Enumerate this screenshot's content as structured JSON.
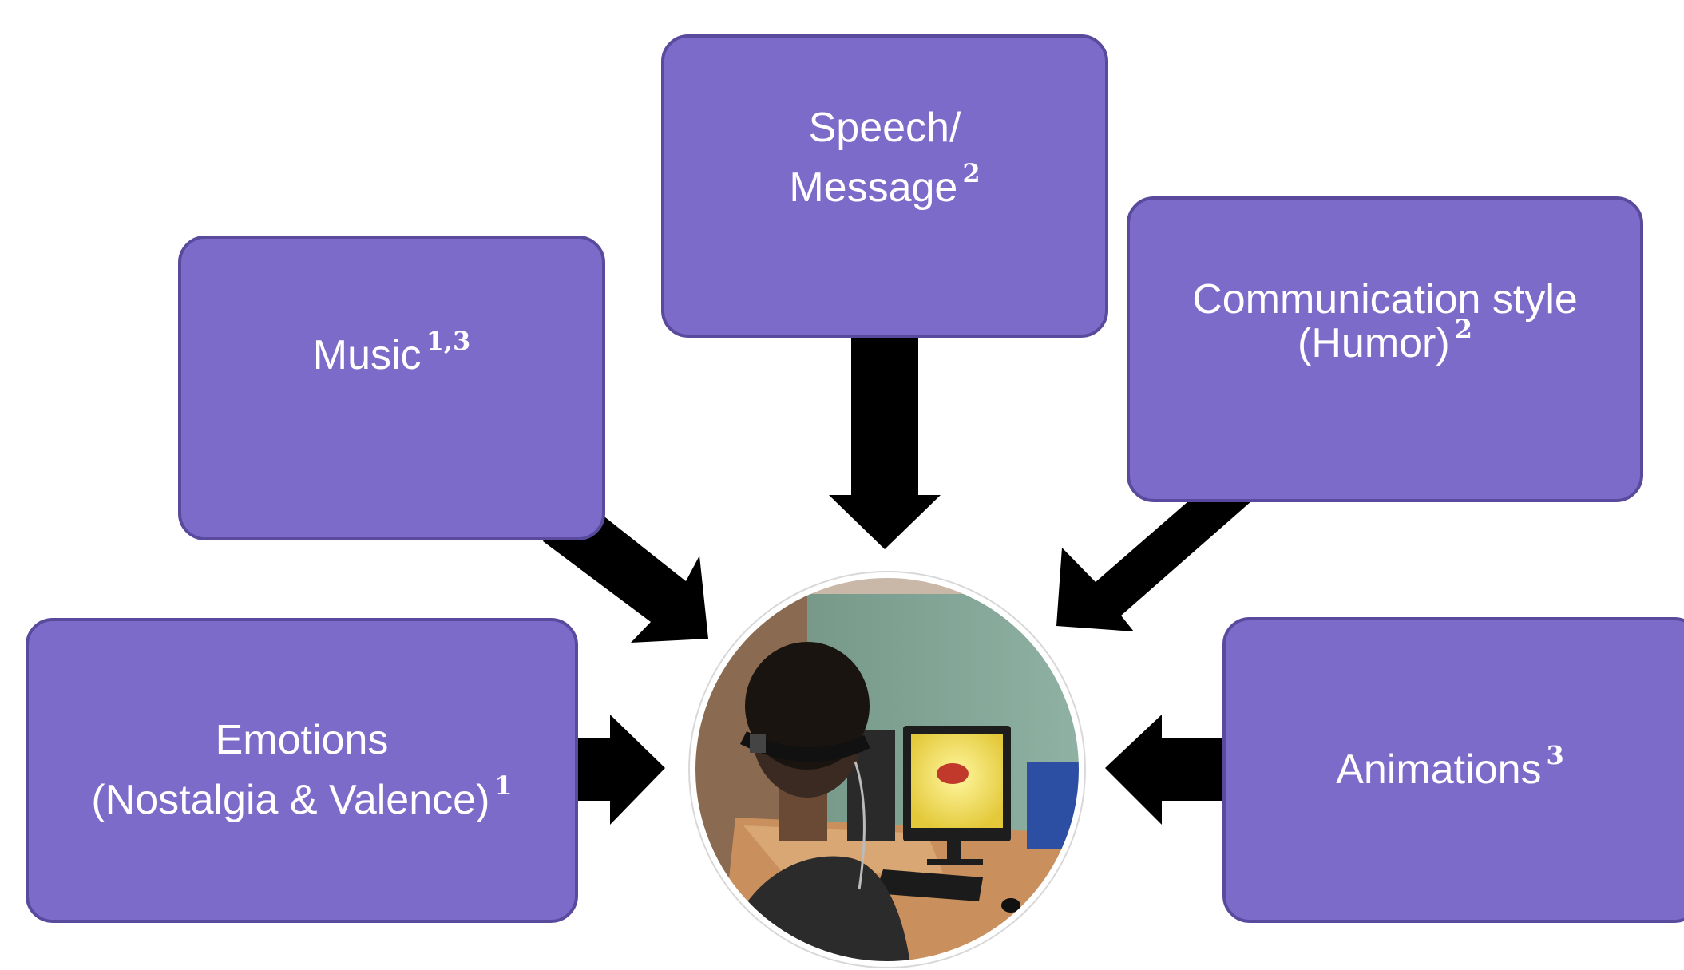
{
  "diagram": {
    "nodes": {
      "speech": {
        "line1": "Speech/",
        "line2": "Message",
        "sup": "2"
      },
      "music": {
        "line1": "Music",
        "sup": "1,3"
      },
      "communication": {
        "line1": "Communication style",
        "line2": "(Humor)",
        "sup": "2"
      },
      "emotions": {
        "line1": "Emotions",
        "line2": "(Nostalgia & Valence)",
        "sup": "1"
      },
      "animations": {
        "line1": "Animations",
        "sup": "3"
      }
    },
    "center": {
      "image": "participant-wearing-eeg-headset-at-computer-photo"
    },
    "colors": {
      "box_fill": "#7d6bc9",
      "box_border": "#5a4a9e",
      "arrow": "#000000",
      "text": "#ffffff"
    }
  }
}
